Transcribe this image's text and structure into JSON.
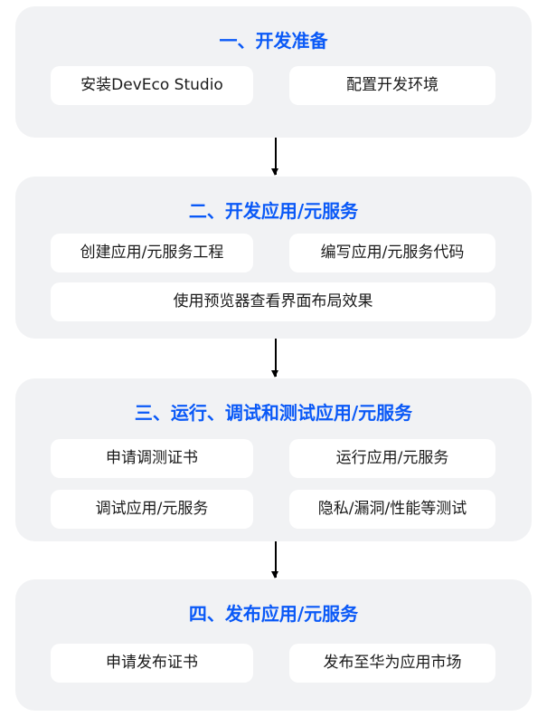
{
  "stages": [
    {
      "title": "一、开发准备",
      "items": [
        "安装DevEco Studio",
        "配置开发环境"
      ]
    },
    {
      "title": "二、开发应用/元服务",
      "items": [
        "创建应用/元服务工程",
        "编写应用/元服务代码",
        "使用预览器查看界面布局效果"
      ]
    },
    {
      "title": "三、运行、调试和测试应用/元服务",
      "items": [
        "申请调测证书",
        "运行应用/元服务",
        "调试应用/元服务",
        "隐私/漏洞/性能等测试"
      ]
    },
    {
      "title": "四、发布应用/元服务",
      "items": [
        "申请发布证书",
        "发布至华为应用市场"
      ]
    }
  ]
}
